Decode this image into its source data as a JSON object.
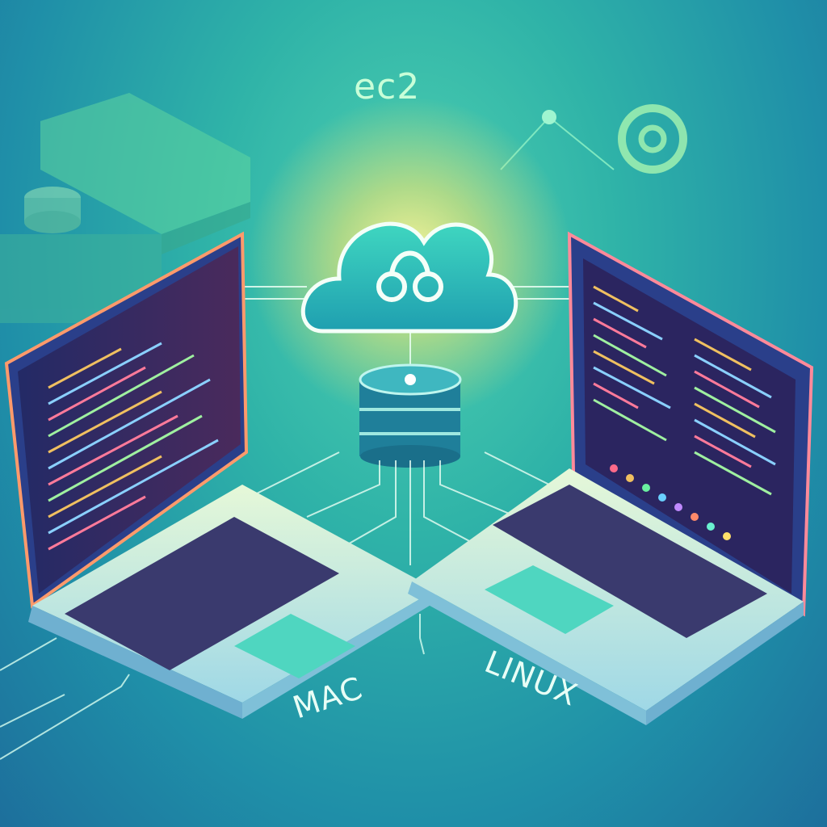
{
  "scene": {
    "cloud_service_label": "ec2",
    "left_laptop_label": "MAC",
    "right_laptop_label": "LINUX"
  },
  "colors": {
    "background_center": "#4fd1b0",
    "background_edge": "#1d6f9c",
    "glow": "#ffe66b",
    "screen": "#2b2560",
    "laptop_body": "#bde8f0",
    "keyboard": "#3a3a6e",
    "accent_green": "#a8f5b0"
  },
  "icons": {
    "cloud": "cloud-icon",
    "database": "database-stack-icon",
    "server": "server-rack-icon",
    "target": "target-icon",
    "network_node": "network-node-icon"
  }
}
